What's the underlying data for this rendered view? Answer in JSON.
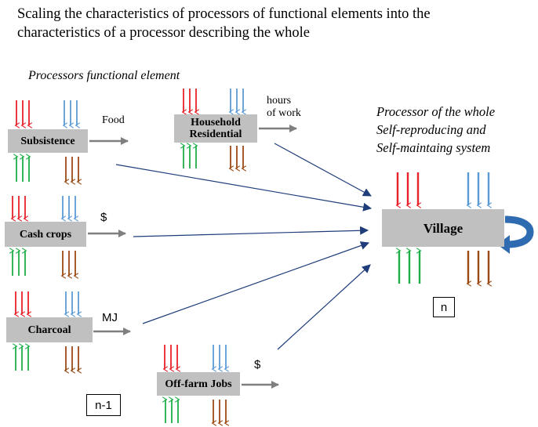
{
  "title": {
    "line1": "Scaling the characteristics of processors of functional elements into the",
    "line2": "characteristics of a processor describing the whole"
  },
  "elements_label": "Processors functional element",
  "whole_label": {
    "line1": "Processor of the whole",
    "line2": "Self-reproducing and",
    "line3": "Self-maintaing system"
  },
  "processors": {
    "subsistence": {
      "name": "Subsistence",
      "output": "Food"
    },
    "household": {
      "name_line1": "Household",
      "name_line2": "Residential",
      "output_line1": "hours",
      "output_line2": "of work"
    },
    "cash_crops": {
      "name": "Cash crops",
      "output": "$"
    },
    "charcoal": {
      "name": "Charcoal",
      "output": "MJ"
    },
    "offfarm": {
      "name": "Off-farm Jobs",
      "output": "$"
    }
  },
  "village": {
    "name": "Village"
  },
  "level_whole": "n",
  "level_elements": "n-1",
  "colors": {
    "red_input": "#e8222a",
    "blue_input": "#5b9bd5",
    "green_input": "#1fae48",
    "brown_output": "#9a4a12",
    "grey_flow": "#7f7f7f",
    "navy_arrow": "#1f3d7a",
    "box_fill": "#c0c0c0",
    "loop_arrow": "#2e6bb0"
  }
}
